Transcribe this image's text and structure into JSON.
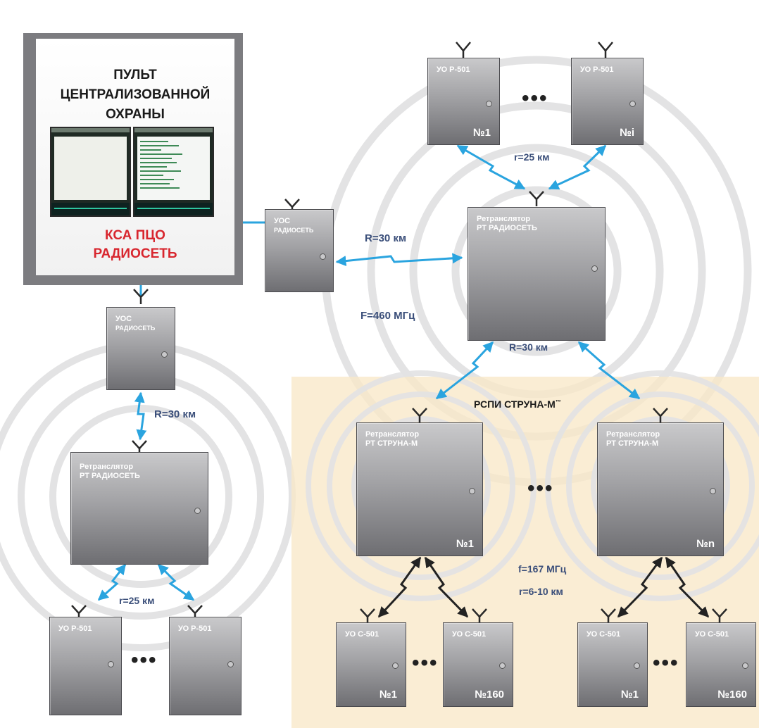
{
  "colors": {
    "accent": "#2aa4df",
    "label": "#3b4f7a",
    "ring": "#e3e3e4",
    "zone": "#f9e8c8",
    "red": "#d8262e"
  },
  "console": {
    "title_lines": [
      "ПУЛЬТ",
      "ЦЕНТРАЛИЗОВАННОЙ",
      "ОХРАНЫ"
    ],
    "subtitle_lines": [
      "КСА ПЦО",
      "РАДИОСЕТЬ"
    ]
  },
  "devices": {
    "uos_right": {
      "name": "УОС",
      "sub": "РАДИОСЕТЬ"
    },
    "uos_left": {
      "name": "УОС",
      "sub": "РАДИОСЕТЬ"
    },
    "rt_main": {
      "name": "Ретранслятор\nРТ РАДИОСЕТЬ"
    },
    "rt_left": {
      "name": "Ретранслятор\nРТ РАДИОСЕТЬ"
    },
    "uo_top_1": {
      "name": "УО Р-501",
      "num": "№1"
    },
    "uo_top_i": {
      "name": "УО Р-501",
      "num": "№i"
    },
    "uo_bl_1": {
      "name": "УО Р-501"
    },
    "uo_bl_2": {
      "name": "УО Р-501"
    },
    "rts_1": {
      "name": "Ретранслятор\nРТ СТРУНА-М",
      "num": "№1"
    },
    "rts_n": {
      "name": "Ретранслятор\nРТ СТРУНА-М",
      "num": "№n"
    },
    "uoc_l1": {
      "name": "УО С-501",
      "num": "№1"
    },
    "uoc_l160": {
      "name": "УО С-501",
      "num": "№160"
    },
    "uoc_r1": {
      "name": "УО С-501",
      "num": "№1"
    },
    "uoc_r160": {
      "name": "УО С-501",
      "num": "№160"
    }
  },
  "zone": {
    "title": "РСПИ СТРУНА-М",
    "tm": "™"
  },
  "labels": {
    "r_top": "r=25 км",
    "R_link": "R=30 км",
    "F": "F=460 МГц",
    "R_down": "R=30 км",
    "R_left": "R=30 км",
    "r_left": "r=25 км",
    "f_strana": "f=167 МГц",
    "r_strana": "r=6-10 км"
  },
  "dots": "•••"
}
